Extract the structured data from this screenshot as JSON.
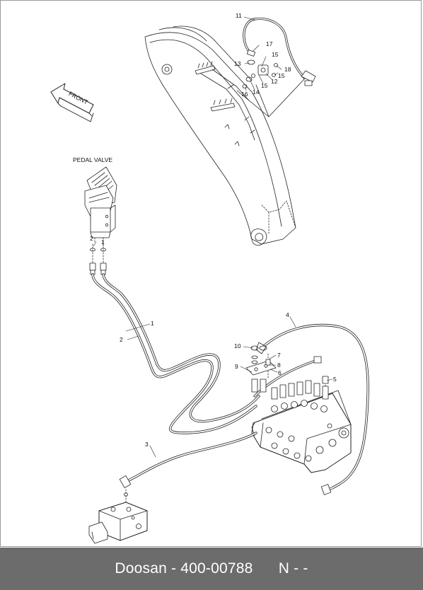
{
  "diagram": {
    "labels": {
      "front": "FRONT",
      "pedal_valve": "PEDAL VALVE"
    },
    "callouts": [
      {
        "id": "c11",
        "text": "11"
      },
      {
        "id": "c17",
        "text": "17"
      },
      {
        "id": "c13",
        "text": "13"
      },
      {
        "id": "c15a",
        "text": "15"
      },
      {
        "id": "c18",
        "text": "18"
      },
      {
        "id": "c15b",
        "text": "15"
      },
      {
        "id": "c16",
        "text": "16"
      },
      {
        "id": "c14",
        "text": "14"
      },
      {
        "id": "c15c",
        "text": "15"
      },
      {
        "id": "c12",
        "text": "12"
      },
      {
        "id": "c2a",
        "text": "2"
      },
      {
        "id": "c1a",
        "text": "1"
      },
      {
        "id": "c1b",
        "text": "1"
      },
      {
        "id": "c2b",
        "text": "2"
      },
      {
        "id": "c4",
        "text": "4"
      },
      {
        "id": "c10",
        "text": "10"
      },
      {
        "id": "c7",
        "text": "7"
      },
      {
        "id": "c8",
        "text": "8"
      },
      {
        "id": "c9",
        "text": "9"
      },
      {
        "id": "c6",
        "text": "6"
      },
      {
        "id": "c5",
        "text": "5"
      },
      {
        "id": "c3",
        "text": "3"
      }
    ]
  },
  "footer": {
    "brand": "Doosan",
    "separator": " - ",
    "part_number": "400-00788",
    "suffix": "N - -"
  }
}
